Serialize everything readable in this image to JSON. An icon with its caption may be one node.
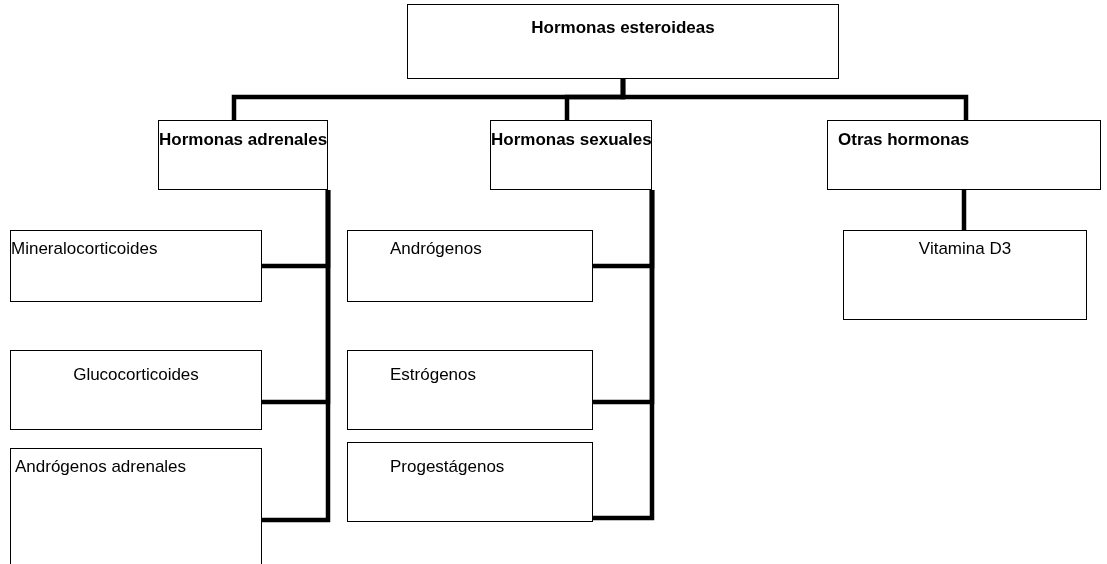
{
  "diagram": {
    "nodes": [
      {
        "text": [
          "Hormonas esteroideas"
        ]
      },
      {
        "text": [
          "Hormonas adrenales"
        ]
      },
      {
        "text": [
          "Hormonas sexuales"
        ]
      },
      {
        "text": [
          "Otras hormonas"
        ]
      },
      {
        "text": [
          "Mineralocorticoides"
        ]
      },
      {
        "text": [
          "Andrógenos"
        ]
      },
      {
        "text": [
          "Vitamina D3"
        ]
      },
      {
        "text": [
          "Glucocorticoides"
        ]
      },
      {
        "text": [
          "Estrógenos"
        ]
      },
      {
        "text": [
          "Andrógenos adrenales"
        ]
      },
      {
        "text": [
          "Progestágenos"
        ]
      }
    ],
    "edges": [
      {
        "from": 0,
        "to": 1,
        "arrow": "none"
      },
      {
        "from": 0,
        "to": 2,
        "arrow": "none"
      },
      {
        "from": 0,
        "to": 3,
        "arrow": "none"
      },
      {
        "from": 1,
        "to": 4,
        "arrow": "none"
      },
      {
        "from": 1,
        "to": 7,
        "arrow": "none"
      },
      {
        "from": 1,
        "to": 9,
        "arrow": "none"
      },
      {
        "from": 2,
        "to": 5,
        "arrow": "none"
      },
      {
        "from": 2,
        "to": 8,
        "arrow": "none"
      },
      {
        "from": 2,
        "to": 10,
        "arrow": "none"
      },
      {
        "from": 3,
        "to": 6,
        "arrow": "none"
      }
    ]
  }
}
